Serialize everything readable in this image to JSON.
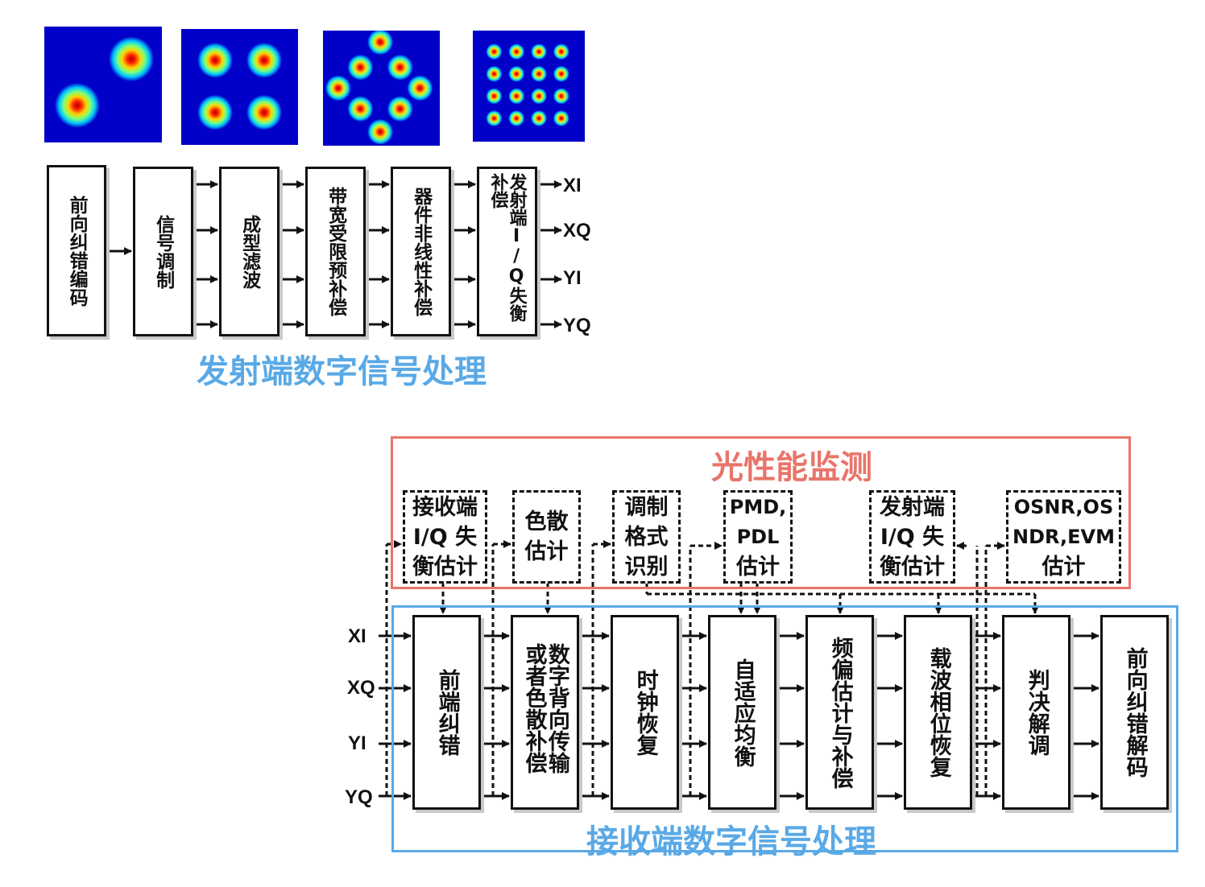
{
  "colors": {
    "tx_title": "#5aa9e6",
    "rx_title": "#5aa9e6",
    "monitor_title": "#e8756a",
    "monitor_border": "#e8756a",
    "rx_border": "#5aa9e6",
    "box_border": "#111111"
  },
  "constellations": [
    {
      "order": 2,
      "grid": [
        [
          0.28,
          0.68
        ],
        [
          0.74,
          0.28
        ]
      ]
    },
    {
      "order": 4,
      "grid": [
        [
          0.29,
          0.27
        ],
        [
          0.71,
          0.27
        ],
        [
          0.29,
          0.72
        ],
        [
          0.71,
          0.72
        ]
      ]
    },
    {
      "order": 8,
      "grid": [
        [
          0.49,
          0.1
        ],
        [
          0.32,
          0.32
        ],
        [
          0.66,
          0.32
        ],
        [
          0.13,
          0.5
        ],
        [
          0.83,
          0.5
        ],
        [
          0.32,
          0.68
        ],
        [
          0.66,
          0.68
        ],
        [
          0.49,
          0.88
        ]
      ]
    },
    {
      "order": 16,
      "grid": "4x4"
    }
  ],
  "transmitter": {
    "title": "发射端数字信号处理",
    "blocks": [
      "前向纠错编码",
      "信号调制",
      "成型滤波",
      "带宽受限预补偿",
      "器件非线性补偿",
      "发射端I/Q失衡补偿"
    ],
    "outputs": [
      "XI",
      "XQ",
      "YI",
      "YQ"
    ]
  },
  "monitoring": {
    "title": "光性能监测",
    "blocks": [
      [
        "接收端",
        "I/Q 失",
        "衡估计"
      ],
      [
        "色散",
        "估计"
      ],
      [
        "调制",
        "格式",
        "识别"
      ],
      [
        "PMD,",
        "PDL",
        "估计"
      ],
      [
        "发射端",
        "I/Q 失",
        "衡估计"
      ],
      [
        "OSNR,OS",
        "NDR,EVM",
        "估计"
      ]
    ]
  },
  "receiver": {
    "title": "接收端数字信号处理",
    "inputs": [
      "XI",
      "XQ",
      "YI",
      "YQ"
    ],
    "blocks": [
      "前端纠错",
      "数字背向传输或者色散补偿",
      "时钟恢复",
      "自适应均衡",
      "频偏估计与补偿",
      "载波相位恢复",
      "判决解调",
      "前向纠错解码"
    ]
  }
}
